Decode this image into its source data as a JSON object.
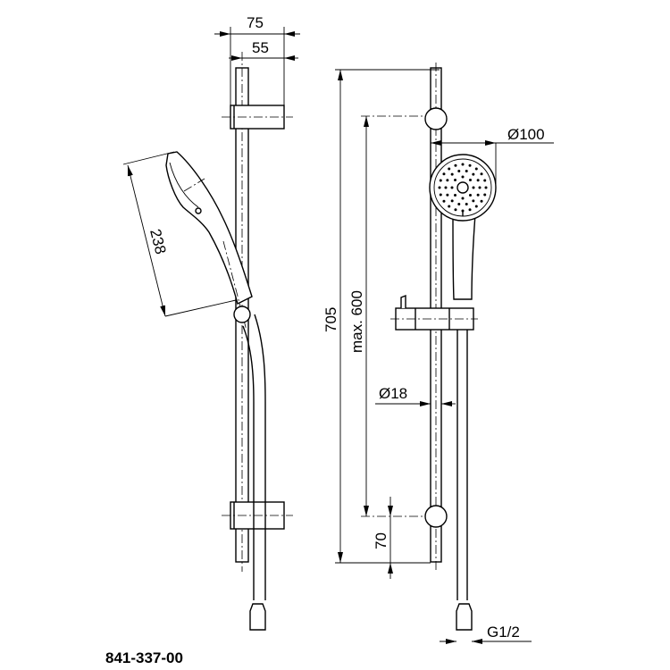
{
  "drawing": {
    "part_number": "841-337-00",
    "dimensions": {
      "width_75": "75",
      "width_55": "55",
      "handshower_length": "238",
      "total_height": "705",
      "slider_range": "max. 600",
      "head_diameter": "Ø100",
      "rod_diameter": "Ø18",
      "bottom_offset": "70",
      "thread": "G1/2"
    }
  }
}
